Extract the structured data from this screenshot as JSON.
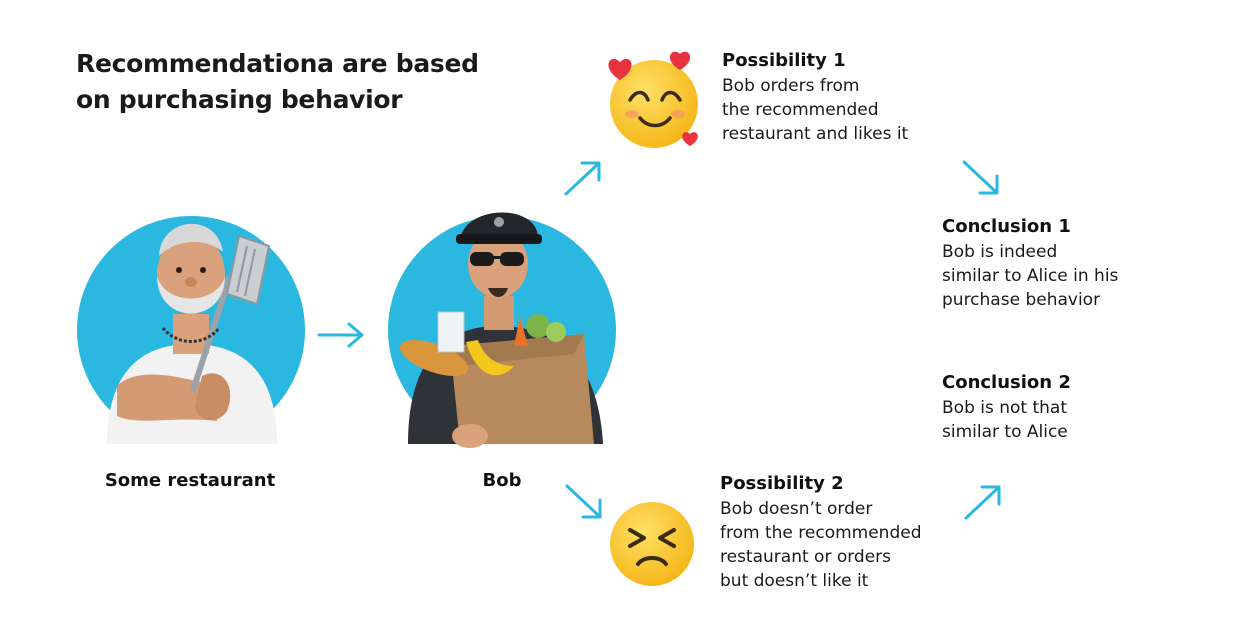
{
  "title": {
    "line1": "Recommendationa are based",
    "line2": "on purchasing behavior"
  },
  "restaurant": {
    "label": "Some restaurant",
    "illustration": "chef-with-spatula-illustration"
  },
  "bob": {
    "label": "Bob",
    "illustration": "police-officer-with-grocery-bag-illustration"
  },
  "possibility1": {
    "heading": "Possibility 1",
    "lines": [
      "Bob orders from",
      "the recommended",
      "restaurant and likes it"
    ],
    "emoji": "smiling-face-with-hearts-icon"
  },
  "possibility2": {
    "heading": "Possibility 2",
    "lines": [
      "Bob doesn’t order",
      "from the recommended",
      "restaurant or orders",
      "but doesn’t like it"
    ],
    "emoji": "confounded-face-icon"
  },
  "conclusion1": {
    "heading": "Conclusion 1",
    "lines": [
      "Bob is indeed",
      "similar to Alice in his",
      "purchase behavior"
    ]
  },
  "conclusion2": {
    "heading": "Conclusion 2",
    "lines": [
      "Bob is not that",
      "similar to Alice"
    ]
  },
  "colors": {
    "circle": "#2bb8e0",
    "arrow": "#2bb8e0",
    "text": "#111111"
  }
}
